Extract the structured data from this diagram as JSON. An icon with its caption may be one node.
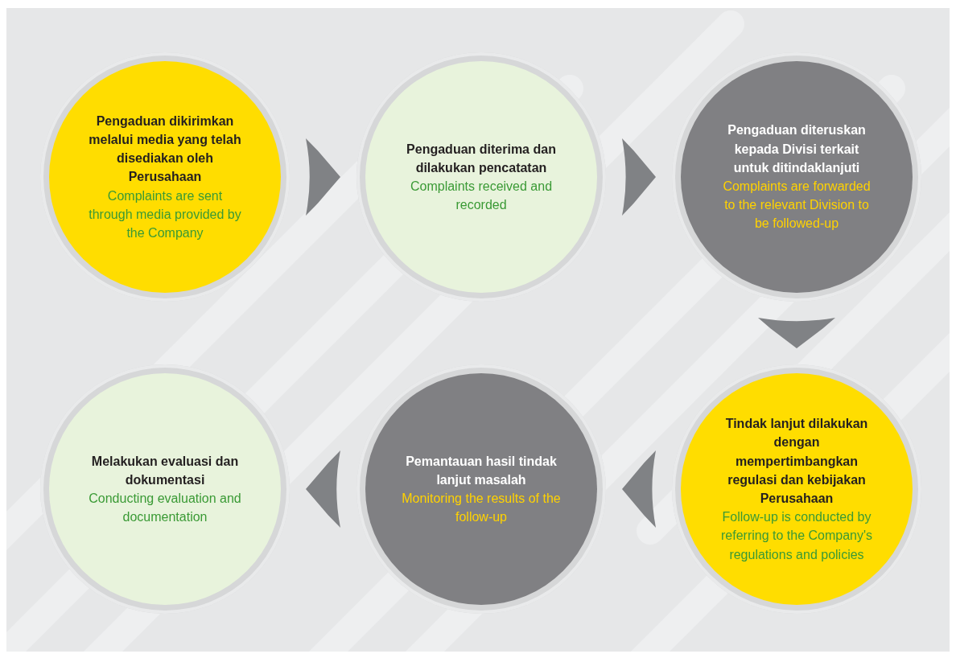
{
  "diagram": {
    "nodes": [
      {
        "text": [
          "Pengaduan dikirimkan melalui media yang telah disediakan oleh Perusahaan",
          "Complaints are sent through media provided by the Company"
        ]
      },
      {
        "text": [
          "Pengaduan diterima dan dilakukan pencatatan",
          "Complaints received and recorded"
        ]
      },
      {
        "text": [
          "Pengaduan diteruskan kepada Divisi terkait untuk ditindaklanjuti",
          "Complaints are forwarded to the relevant Division to be followed-up"
        ]
      },
      {
        "text": [
          "Tindak lanjut dilakukan dengan mempertimbangkan regulasi dan kebijakan Perusahaan",
          "Follow-up is conducted by referring to the Company's regulations and policies"
        ]
      },
      {
        "text": [
          "Pemantauan hasil tindak lanjut masalah",
          "Monitoring the results of the follow-up"
        ]
      },
      {
        "text": [
          "Melakukan evaluasi dan dokumentasi",
          "Conducting evaluation and documentation"
        ]
      }
    ],
    "edges": [
      {
        "from": 0,
        "to": 1,
        "arrow": "to"
      },
      {
        "from": 1,
        "to": 2,
        "arrow": "to"
      },
      {
        "from": 2,
        "to": 3,
        "arrow": "to"
      },
      {
        "from": 3,
        "to": 4,
        "arrow": "to"
      },
      {
        "from": 4,
        "to": 5,
        "arrow": "to"
      }
    ]
  }
}
